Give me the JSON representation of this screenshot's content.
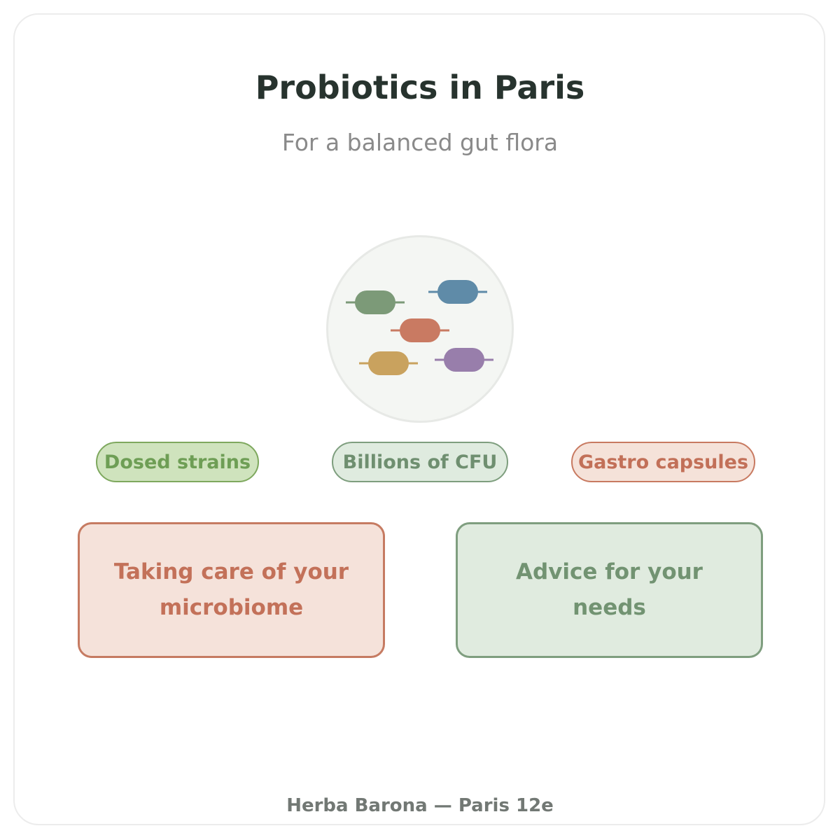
{
  "header": {
    "title": "Probiotics in Paris",
    "subtitle": "For a balanced gut flora"
  },
  "illustration": {
    "icon": "bacteria-cluster-icon",
    "colors": [
      "#7c9a78",
      "#5f8ba8",
      "#c97a62",
      "#c9a25e",
      "#987eab"
    ]
  },
  "badges": [
    {
      "label": "Dosed strains"
    },
    {
      "label": "Billions of CFU"
    },
    {
      "label": "Gastro capsules"
    }
  ],
  "cards": [
    {
      "text": "Taking care of your microbiome"
    },
    {
      "text": "Advice for your needs"
    }
  ],
  "footer": {
    "text": "Herba Barona — Paris 12e"
  }
}
